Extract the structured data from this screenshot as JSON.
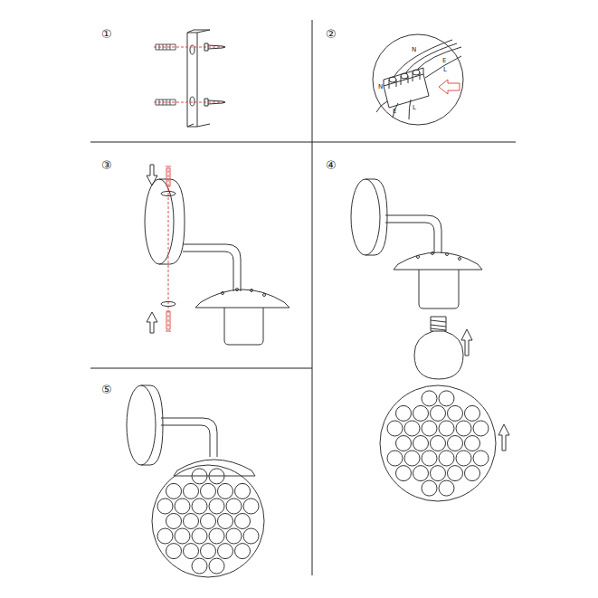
{
  "diagram": {
    "labels": [
      "①",
      "②",
      "③",
      "④",
      "⑤",
      "N",
      "E",
      "L",
      "N",
      "E",
      "L"
    ]
  }
}
